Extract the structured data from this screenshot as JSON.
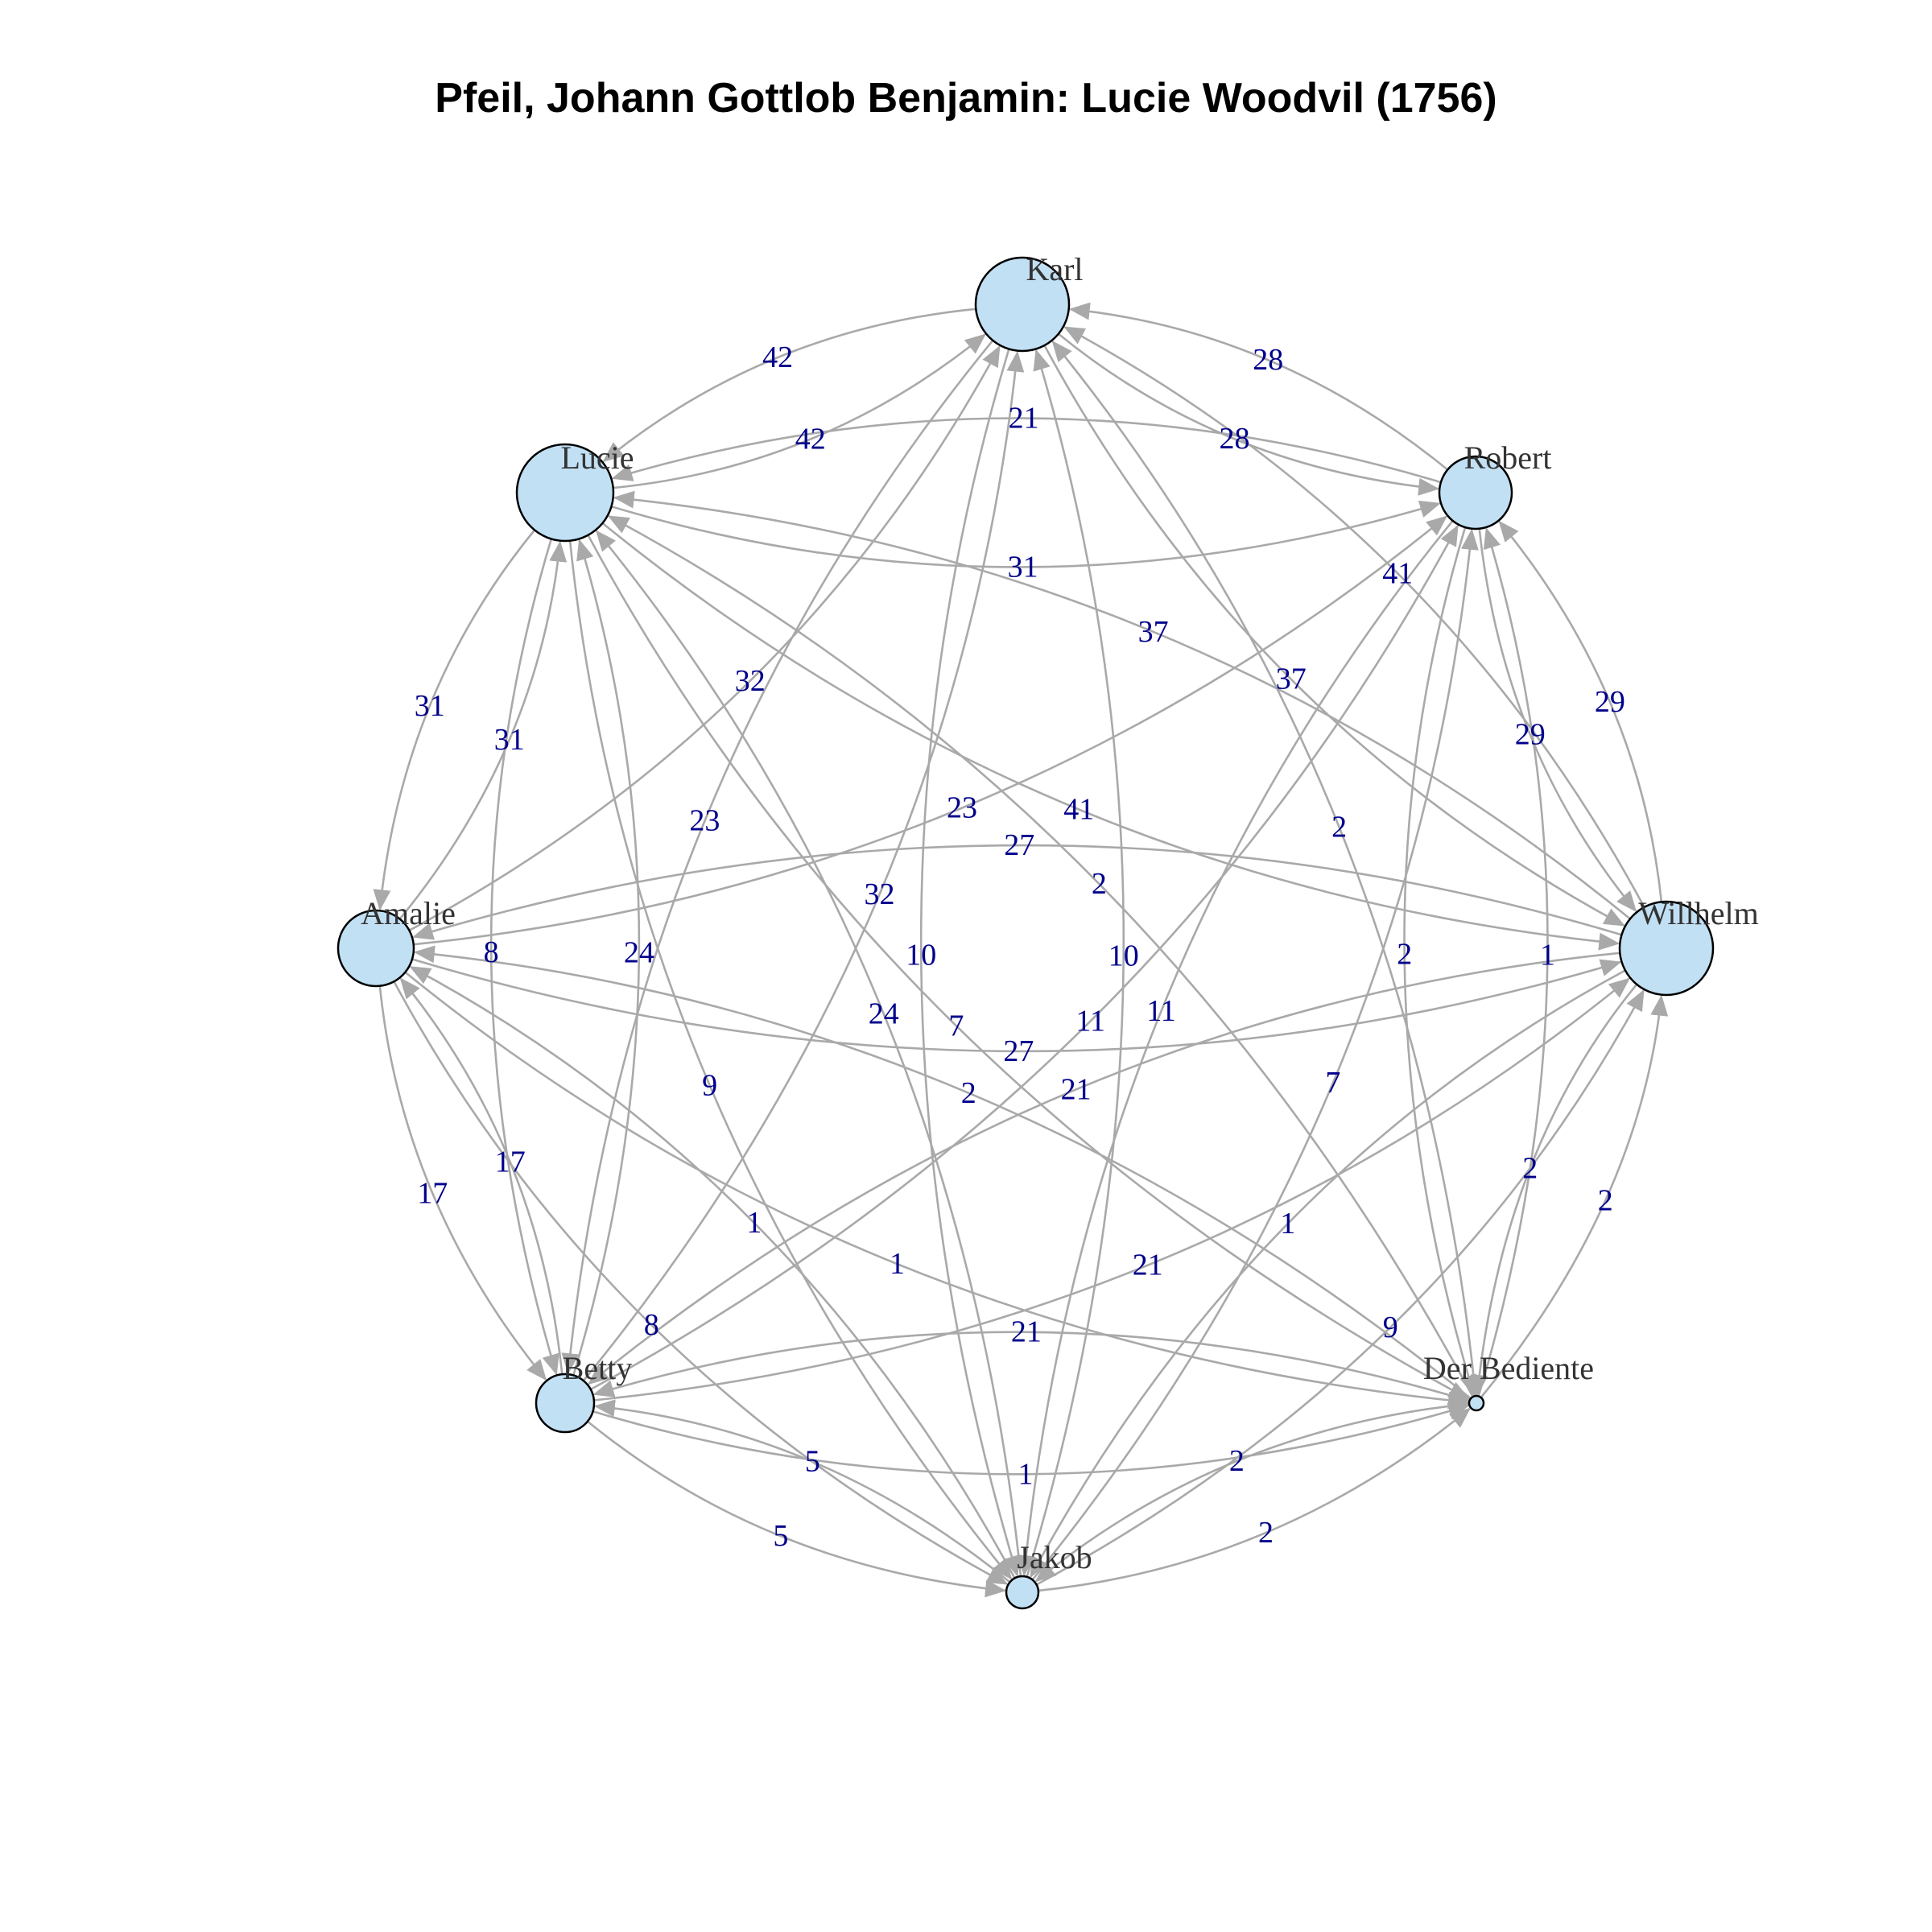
{
  "title": "Pfeil, Johann Gottlob Benjamin: Lucie Woodvil (1756)",
  "colors": {
    "node_fill": "#c2e0f4",
    "edge": "#a9a9a9",
    "edge_label": "#00008b",
    "node_label": "#333333"
  },
  "nodes": [
    {
      "id": "karl",
      "label": "Karl"
    },
    {
      "id": "robert",
      "label": "Robert"
    },
    {
      "id": "willhelm",
      "label": "Willhelm"
    },
    {
      "id": "bediente",
      "label": "Der Bediente"
    },
    {
      "id": "jakob",
      "label": "Jakob"
    },
    {
      "id": "betty",
      "label": "Betty"
    },
    {
      "id": "amalie",
      "label": "Amalie"
    },
    {
      "id": "lucie",
      "label": "Lucie"
    }
  ],
  "edges": [
    {
      "from": "lucie",
      "to": "karl",
      "weight": "42"
    },
    {
      "from": "karl",
      "to": "lucie",
      "weight": "42"
    },
    {
      "from": "karl",
      "to": "robert",
      "weight": "28"
    },
    {
      "from": "robert",
      "to": "karl",
      "weight": "28"
    },
    {
      "from": "lucie",
      "to": "robert",
      "weight": "31"
    },
    {
      "from": "robert",
      "to": "lucie",
      "weight": "21"
    },
    {
      "from": "amalie",
      "to": "karl",
      "weight": "32"
    },
    {
      "from": "amalie",
      "to": "lucie",
      "weight": "31"
    },
    {
      "from": "lucie",
      "to": "amalie",
      "weight": "31"
    },
    {
      "from": "amalie",
      "to": "robert",
      "weight": "23"
    },
    {
      "from": "willhelm",
      "to": "lucie",
      "weight": "37"
    },
    {
      "from": "karl",
      "to": "willhelm",
      "weight": "37"
    },
    {
      "from": "willhelm",
      "to": "robert",
      "weight": "29"
    },
    {
      "from": "robert",
      "to": "willhelm",
      "weight": "29"
    },
    {
      "from": "lucie",
      "to": "willhelm",
      "weight": "41"
    },
    {
      "from": "willhelm",
      "to": "karl",
      "weight": "41"
    },
    {
      "from": "betty",
      "to": "lucie",
      "weight": "24"
    },
    {
      "from": "betty",
      "to": "karl",
      "weight": "32"
    },
    {
      "from": "amalie",
      "to": "willhelm",
      "weight": "27"
    },
    {
      "from": "willhelm",
      "to": "amalie",
      "weight": "27"
    },
    {
      "from": "amalie",
      "to": "betty",
      "weight": "17"
    },
    {
      "from": "betty",
      "to": "amalie",
      "weight": "17"
    },
    {
      "from": "jakob",
      "to": "karl",
      "weight": "10"
    },
    {
      "from": "jakob",
      "to": "robert",
      "weight": "7"
    },
    {
      "from": "betty",
      "to": "robert",
      "weight": "11"
    },
    {
      "from": "lucie",
      "to": "jakob",
      "weight": "9"
    },
    {
      "from": "jakob",
      "to": "lucie",
      "weight": "24"
    },
    {
      "from": "betty",
      "to": "willhelm",
      "weight": "21"
    },
    {
      "from": "willhelm",
      "to": "betty",
      "weight": "21"
    },
    {
      "from": "bediente",
      "to": "lucie",
      "weight": "2"
    },
    {
      "from": "bediente",
      "to": "karl",
      "weight": "2"
    },
    {
      "from": "bediente",
      "to": "robert",
      "weight": "1"
    },
    {
      "from": "robert",
      "to": "bediente",
      "weight": "2"
    },
    {
      "from": "willhelm",
      "to": "bediente",
      "weight": "2"
    },
    {
      "from": "bediente",
      "to": "willhelm",
      "weight": "2"
    },
    {
      "from": "jakob",
      "to": "willhelm",
      "weight": "9"
    },
    {
      "from": "amalie",
      "to": "bediente",
      "weight": "1"
    },
    {
      "from": "bediente",
      "to": "amalie",
      "weight": "2"
    },
    {
      "from": "betty",
      "to": "bediente",
      "weight": "1"
    },
    {
      "from": "bediente",
      "to": "betty",
      "weight": "21"
    },
    {
      "from": "amalie",
      "to": "jakob",
      "weight": "8"
    },
    {
      "from": "jakob",
      "to": "amalie",
      "weight": "1"
    },
    {
      "from": "betty",
      "to": "jakob",
      "weight": "5"
    },
    {
      "from": "jakob",
      "to": "betty",
      "weight": "5"
    },
    {
      "from": "jakob",
      "to": "bediente",
      "weight": "2"
    },
    {
      "from": "bediente",
      "to": "jakob",
      "weight": "2"
    },
    {
      "from": "karl",
      "to": "jakob",
      "weight": "10"
    },
    {
      "from": "lucie",
      "to": "bediente",
      "weight": "7"
    },
    {
      "from": "karl",
      "to": "betty",
      "weight": "23"
    },
    {
      "from": "lucie",
      "to": "betty",
      "weight": "8"
    },
    {
      "from": "robert",
      "to": "jakob",
      "weight": "11"
    },
    {
      "from": "willhelm",
      "to": "jakob",
      "weight": "1"
    }
  ]
}
